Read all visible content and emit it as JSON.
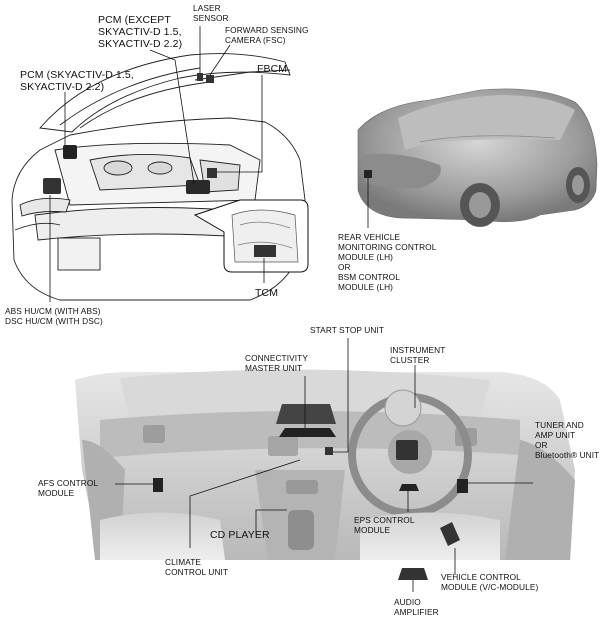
{
  "labels": {
    "pcm_except": "PCM (EXCEPT\nSKYACTIV-D 1.5,\nSKYACTIV-D 2.2)",
    "laser_sensor": "LASER\nSENSOR",
    "fsc": "FORWARD SENSING\nCAMERA (FSC)",
    "pcm_skyactiv": "PCM (SKYACTIV-D 1.5,\nSKYACTIV-D 2.2)",
    "fbcm": "FBCM",
    "tcm": "TCM",
    "abs_dsc": "ABS HU/CM (WITH ABS)\nDSC HU/CM (WITH DSC)",
    "rear_vehicle": "REAR VEHICLE\nMONITORING CONTROL\nMODULE (LH)\nOR\nBSM CONTROL\nMODULE (LH)",
    "start_stop": "START STOP UNIT",
    "connectivity": "CONNECTIVITY\nMASTER UNIT",
    "instrument": "INSTRUMENT\nCLUSTER",
    "tuner_amp": "TUNER AND\nAMP UNIT\nOR\nBluetooth® UNIT",
    "afs": "AFS CONTROL\nMODULE",
    "cd_player": "CD PLAYER",
    "eps": "EPS CONTROL\nMODULE",
    "climate": "CLIMATE\nCONTROL UNIT",
    "vehicle_control": "VEHICLE CONTROL\nMODULE (V/C-MODULE)",
    "audio_amp": "AUDIO\nAMPLIFIER"
  },
  "colors": {
    "line": "#111111",
    "car_shade": "#a9a9a9",
    "car_light": "#cfcfcf",
    "interior": "#c8c8c8",
    "module": "#222222"
  },
  "icons": {
    "module_icon": "module-box-icon"
  }
}
